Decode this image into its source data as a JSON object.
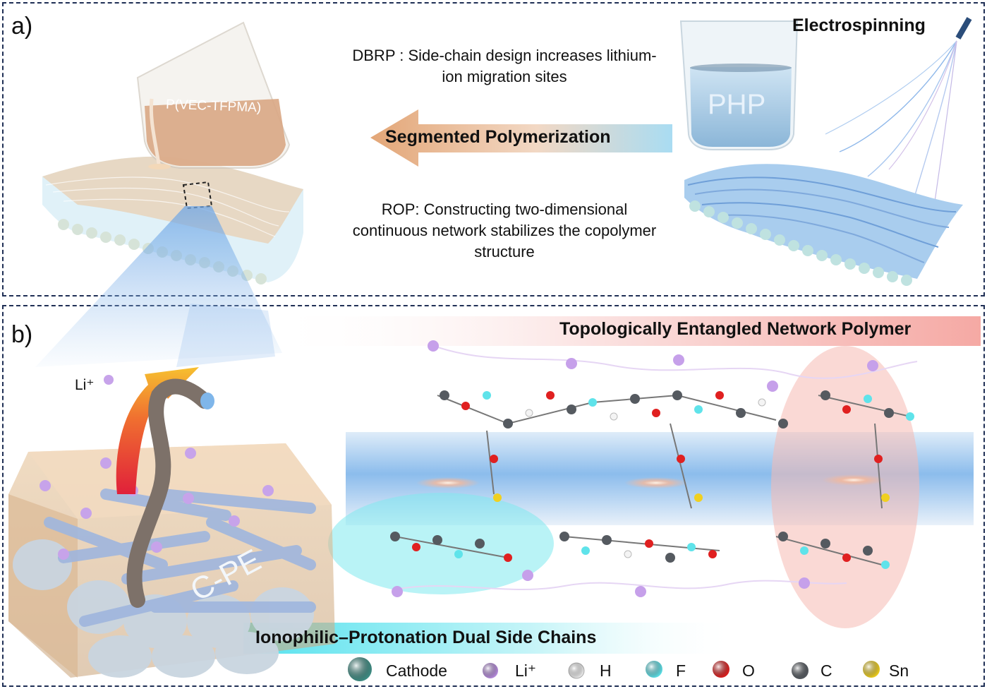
{
  "panels": {
    "a_label": "a)",
    "b_label": "b)"
  },
  "panel_a": {
    "dbrp_text": "DBRP : Side-chain design increases lithium-ion migration sites",
    "rop_text": "ROP: Constructing two-dimensional continuous network stabilizes the copolymer structure",
    "arrow_label": "Segmented Polymerization",
    "electrospinning_label": "Electrospinning",
    "beaker_left_label": "P(VEC-TFPMA)",
    "beaker_right_label": "PHP"
  },
  "panel_b": {
    "li_label": "Li⁺",
    "cpe_label": "C-PE",
    "top_banner": "Topologically Entangled Network Polymer",
    "bottom_banner": "Ionophilic–Protonation Dual Side Chains"
  },
  "legend": [
    {
      "label": "Cathode",
      "color": "#3f8f86"
    },
    {
      "label": "Li⁺",
      "color": "#b98de0"
    },
    {
      "label": "H",
      "color": "#f4f4f4"
    },
    {
      "label": "F",
      "color": "#5fe3ea"
    },
    {
      "label": "O",
      "color": "#e02020"
    },
    {
      "label": "C",
      "color": "#555a60"
    },
    {
      "label": "Sn",
      "color": "#f0d020"
    }
  ],
  "colors": {
    "frame": "#1f2f55",
    "arrow_start": "#e0a070",
    "arrow_end": "#9fd8f0",
    "banner_pink": "#f7b4b0",
    "banner_cyan": "#56e4ef"
  }
}
